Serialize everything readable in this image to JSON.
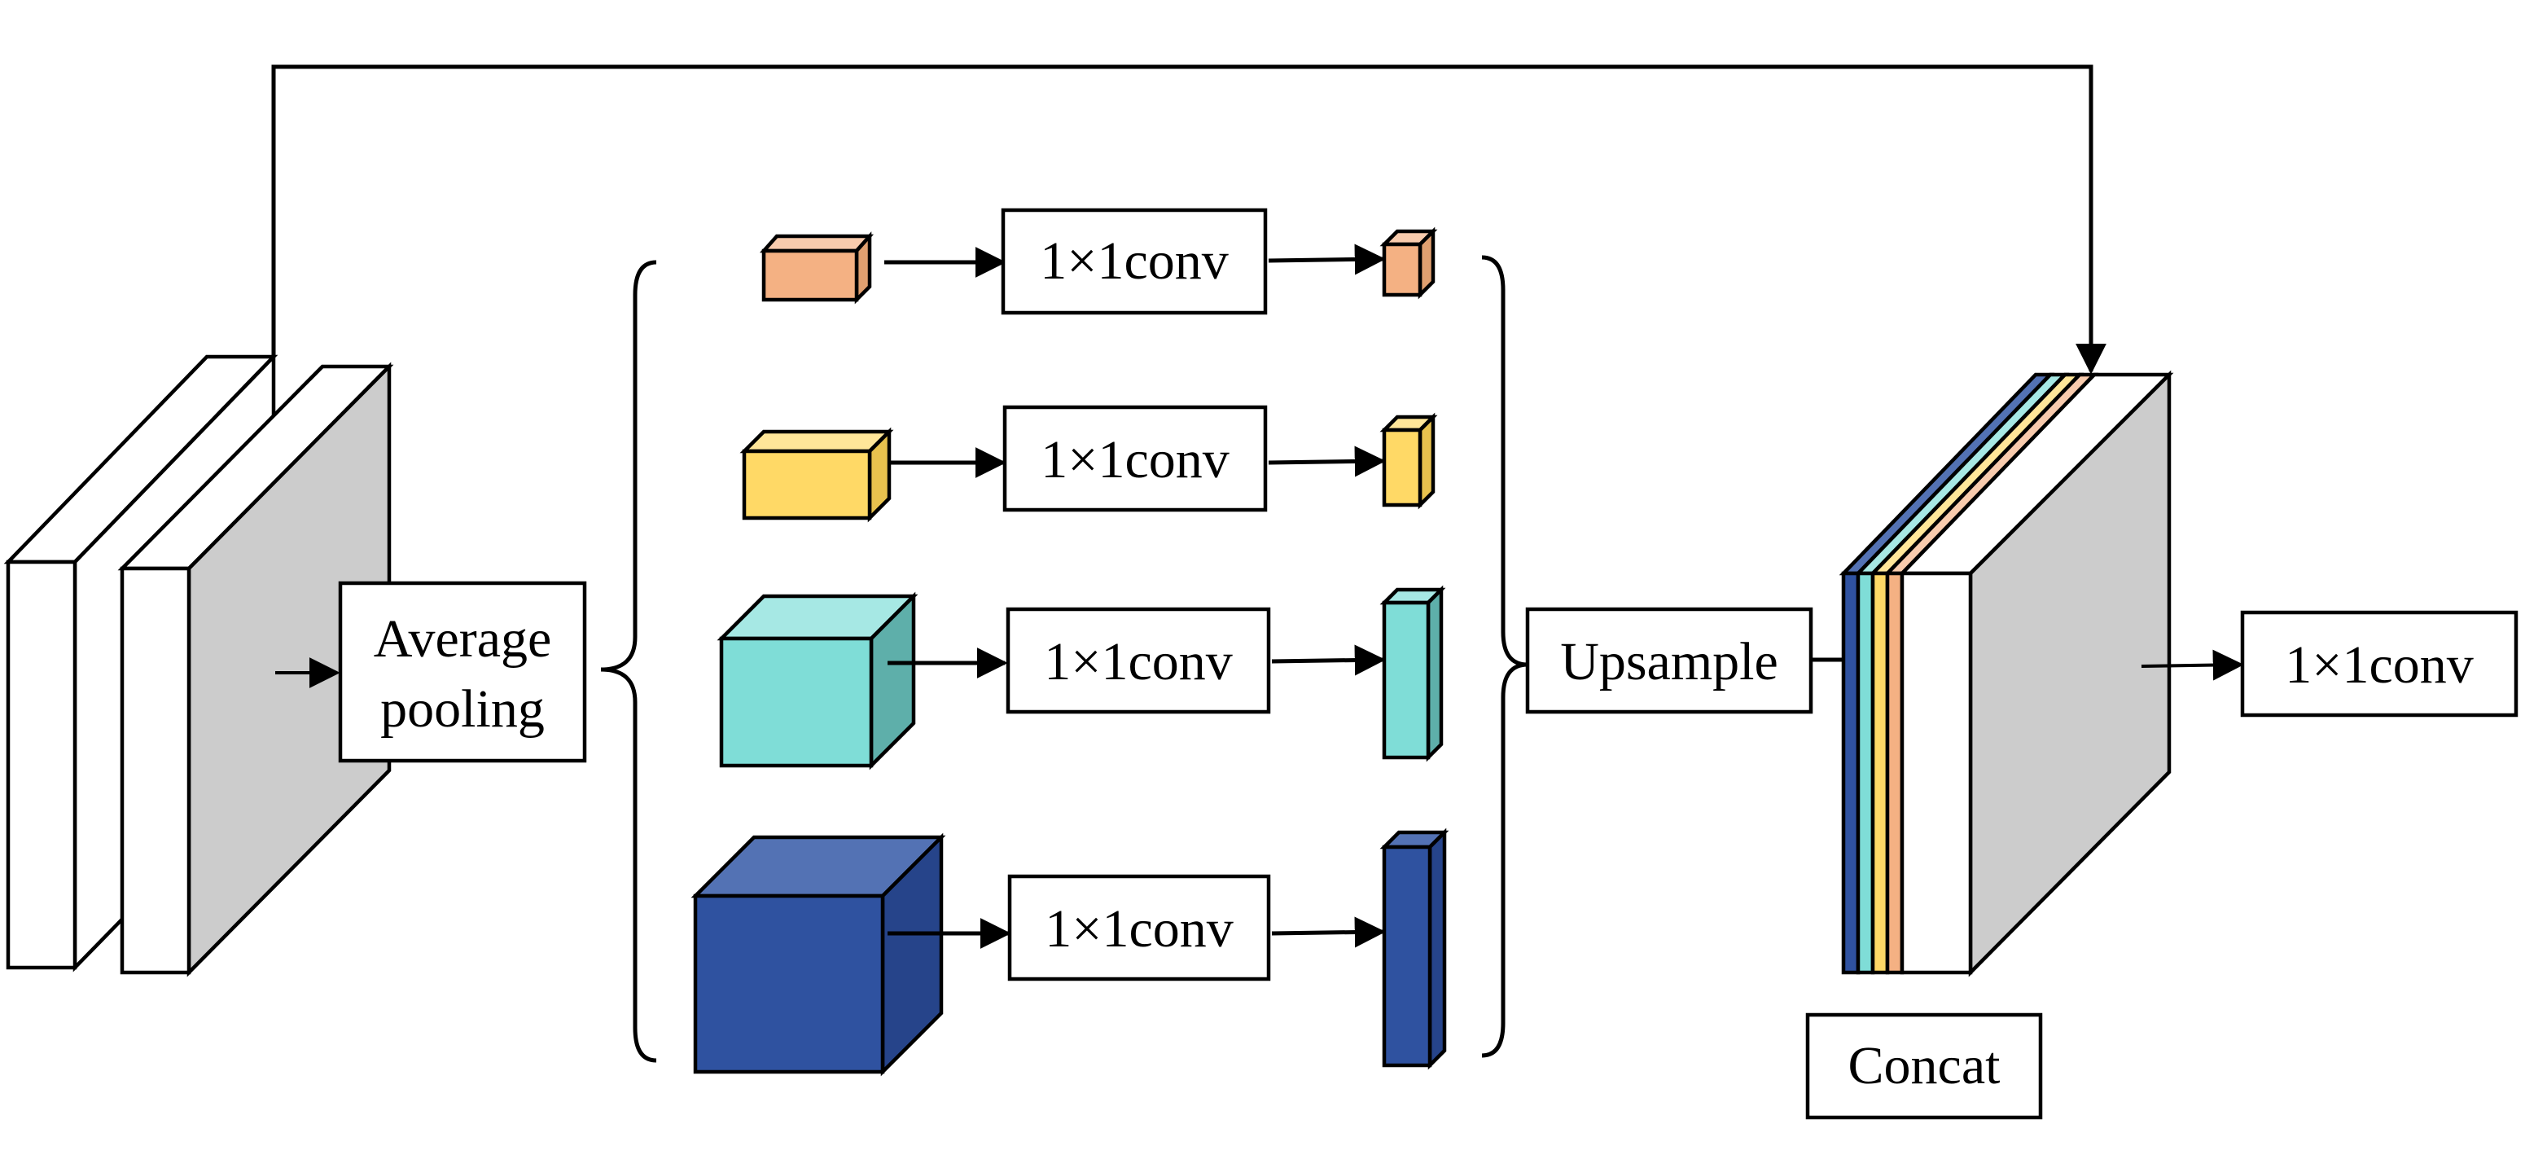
{
  "labels": {
    "pooling_line1": "Average",
    "pooling_line2": "pooling",
    "conv": "1×1conv",
    "upsample": "Upsample",
    "concat": "Concat",
    "final_conv": "1×1conv"
  },
  "branches": [
    {
      "id": "branch-1",
      "color_front": "#F4B183",
      "color_top": "#F8CBAD",
      "color_side": "#E0A070"
    },
    {
      "id": "branch-2",
      "color_front": "#FFD966",
      "color_top": "#FFE699",
      "color_side": "#E8C24E"
    },
    {
      "id": "branch-3",
      "color_front": "#7FDDD7",
      "color_top": "#A6E8E4",
      "color_side": "#5EAFAA"
    },
    {
      "id": "branch-4",
      "color_front": "#2F52A0",
      "color_top": "#5372B4",
      "color_side": "#26448A"
    }
  ],
  "colors": {
    "feature_map_side": "#CCCCCC",
    "feature_map_front": "#FFFFFF",
    "stroke": "#000000"
  }
}
